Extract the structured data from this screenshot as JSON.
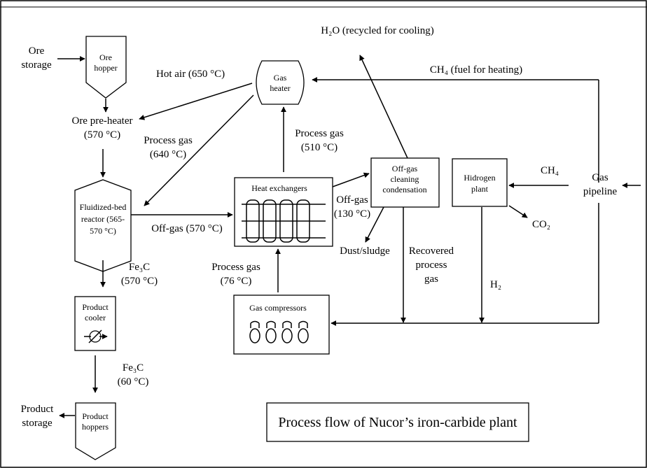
{
  "caption": "Process flow of Nucor’s iron-carbide plant",
  "units": {
    "ore_hopper": "Ore\nhopper",
    "gas_heater": "Gas\nheater",
    "reactor": "Fluidized-bed\nreactor (565-\n570 °C)",
    "heat_exchangers": "Heat exchangers",
    "offgas_cleaning": "Off-gas\ncleaning\ncondensation",
    "hydrogen_plant": "Hidrogen\nplant",
    "gas_compressors": "Gas compressors",
    "product_cooler": "Product\ncooler",
    "product_hoppers": "Product\nhoppers"
  },
  "labels": {
    "ore_storage": "Ore\nstorage",
    "ore_preheater": "Ore pre-heater\n(570 °C)",
    "hot_air": "Hot air (650 °C)",
    "process_gas_640": "Process gas\n(640 °C)",
    "process_gas_510": "Process gas\n(510 °C)",
    "water": "H₂O (recycled for cooling)",
    "ch4_fuel": "CH₄ (fuel for heating)",
    "ch4_feed": "CH₄",
    "gas_pipeline": "Gas\npipeline",
    "co2": "CO₂",
    "h2": "H₂",
    "offgas_570": "Off-gas (570 °C)",
    "offgas_130": "Off-gas\n(130 °C)",
    "dust_sludge": "Dust/sludge",
    "recovered_gas": "Recovered\nprocess\ngas",
    "process_gas_76": "Process gas\n(76 °C)",
    "fe3c_570": "Fe₃C\n(570 °C)",
    "fe3c_60": "Fe₃C\n(60 °C)",
    "product_storage": "Product\nstorage"
  }
}
